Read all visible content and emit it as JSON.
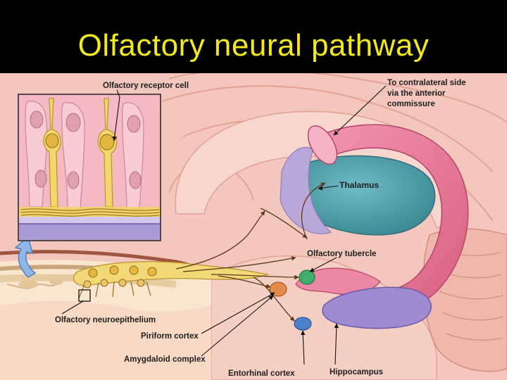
{
  "slide": {
    "title": "Olfactory neural pathway"
  },
  "labels": {
    "olfactory_receptor_cell": "Olfactory receptor cell",
    "contralateral_line1": "To contralateral side",
    "contralateral_line2": "via the anterior",
    "contralateral_line3": "commissure",
    "thalamus": "Thalamus",
    "olfactory_tubercle": "Olfactory tubercle",
    "olfactory_neuroepithelium": "Olfactory neuroepithelium",
    "piriform_cortex": "Piriform cortex",
    "amygdaloid_complex": "Amygdaloid complex",
    "entorhinal_cortex": "Entorhinal cortex",
    "hippocampus": "Hippocampus"
  },
  "colors": {
    "title": "#f2e81a",
    "background": "#000000",
    "brain_pink": "#f4c2b8",
    "thalamus": "#5aa8b4",
    "fornix": "#e87a9c",
    "hippocampus": "#9a86c8",
    "neuron_yellow": "#f0d36a"
  }
}
